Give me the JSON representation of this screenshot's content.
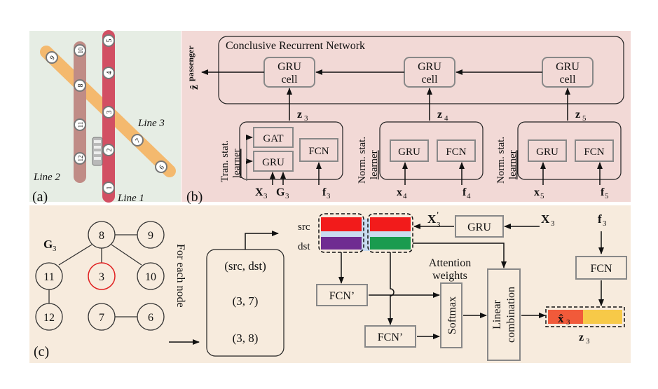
{
  "panel_a": {
    "label": "(a)",
    "line1": "Line 1",
    "line2": "Line 2",
    "line3": "Line 3",
    "stations": [
      "1",
      "2",
      "3",
      "4",
      "5",
      "6",
      "7",
      "8",
      "9",
      "10",
      "11",
      "12"
    ],
    "colors": {
      "line1": "#d24f63",
      "line2": "#c08c86",
      "line3": "#f4b96e",
      "background": "#e6ede4"
    }
  },
  "panel_b": {
    "label": "(b)",
    "title": "Conclusive Recurrent Network",
    "output": "ẑ",
    "output_sup": "passenger",
    "gru_cell_1": "GRU",
    "gru_cell_2": "cell",
    "z3": "z",
    "z3_sub": "3",
    "z4": "z",
    "z4_sub": "4",
    "z5": "z",
    "z5_sub": "5",
    "tran_learner_1": "Tran. stat.",
    "tran_learner_2": "learner",
    "norm_learner_1": "Norm. stat.",
    "norm_learner_2": "learner",
    "gat": "GAT",
    "gru": "GRU",
    "fcn": "FCN",
    "in_X": "X",
    "in_X_sub": "3",
    "in_G": "G",
    "in_G_sub": "3",
    "in_f3": "f",
    "in_f3_sub": "3",
    "in_x4": "x",
    "in_x4_sub": "4",
    "in_f4": "f",
    "in_f4_sub": "4",
    "in_x5": "x",
    "in_x5_sub": "5",
    "in_f5": "f",
    "in_f5_sub": "5",
    "colors": {
      "background": "#f2d9d6"
    }
  },
  "panel_c": {
    "label": "(c)",
    "graph_label": "G",
    "graph_label_sub": "3",
    "nodes": [
      "8",
      "9",
      "11",
      "3",
      "10",
      "12",
      "7",
      "6"
    ],
    "for_each_node": "For each node",
    "pairs_header": "(src, dst)",
    "pair_1": "(3, 7)",
    "pair_2": "(3, 8)",
    "src": "src",
    "dst": "dst",
    "x_prime": "X",
    "x_prime_sub": "3",
    "x_prime_sup": "'",
    "gru": "GRU",
    "x3": "X",
    "x3_sub": "3",
    "f3": "f",
    "f3_sub": "3",
    "fcn": "FCN",
    "fcn_prime": "FCN’",
    "attention_1": "Attention",
    "attention_2": "weights",
    "softmax": "Softmax",
    "linear_1": "Linear",
    "linear_2": "combination",
    "x3_hat": "x̂",
    "x3_hat_sub": "3",
    "z3": "z",
    "z3_sub": "3",
    "colors": {
      "background": "#f7ebdd",
      "red": "#f21b1b",
      "purple": "#6f2c91",
      "green": "#1a9b4f",
      "light_blue": "#c9dcf0",
      "orange_red": "#f15a3a",
      "yellow": "#f7c948"
    }
  }
}
